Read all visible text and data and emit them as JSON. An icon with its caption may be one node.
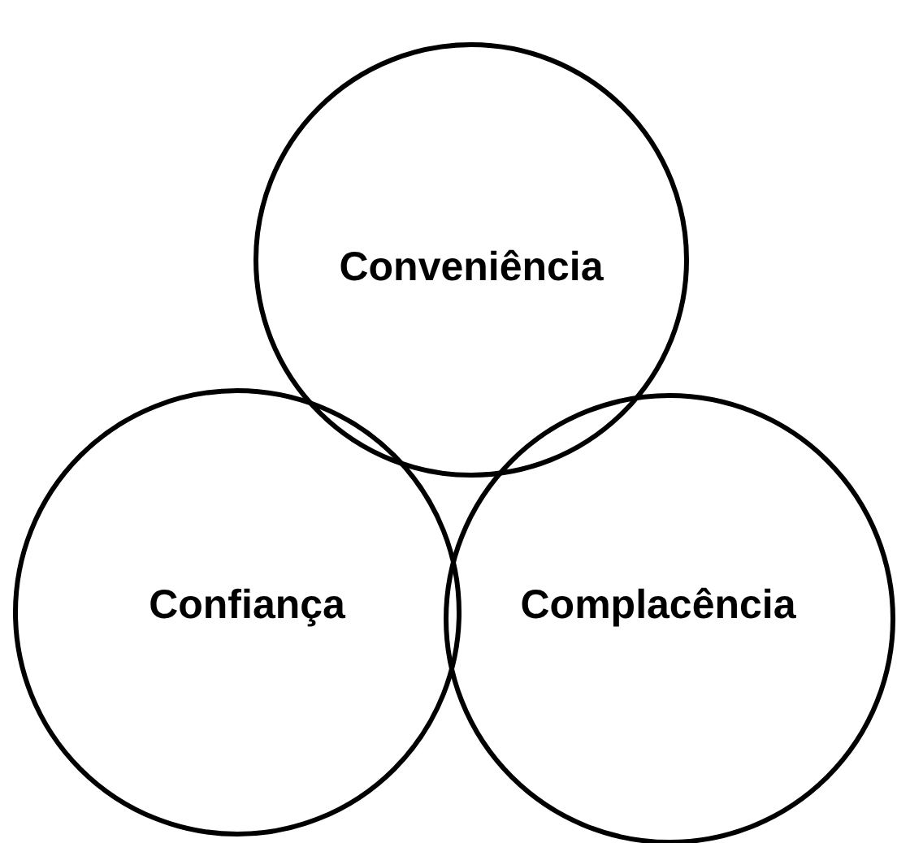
{
  "diagram": {
    "nodes": [
      {
        "text": [
          "Conveniência"
        ]
      },
      {
        "text": [
          "Confiança"
        ]
      },
      {
        "text": [
          "Complacência"
        ]
      }
    ],
    "edges": []
  }
}
